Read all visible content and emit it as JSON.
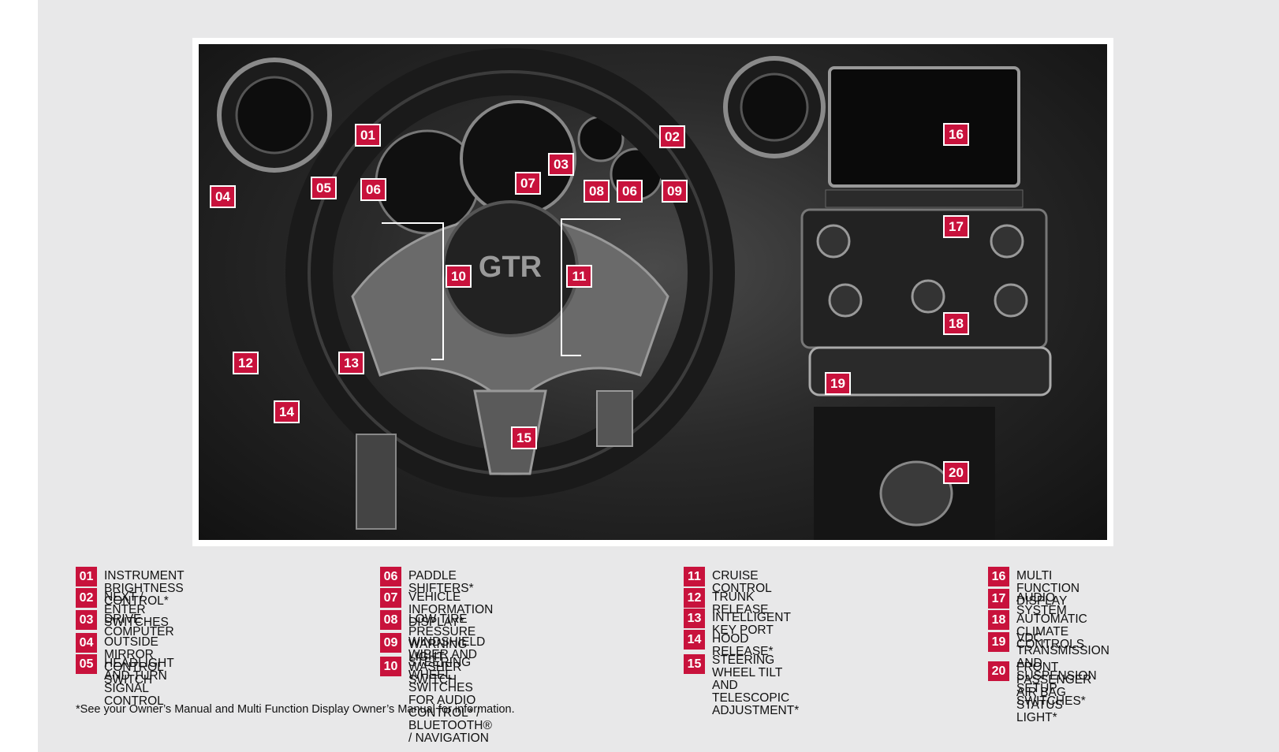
{
  "callouts": {
    "c01": "01",
    "c02": "02",
    "c03": "03",
    "c04": "04",
    "c05": "05",
    "c06a": "06",
    "c06b": "06",
    "c07": "07",
    "c08": "08",
    "c09": "09",
    "c10": "10",
    "c11": "11",
    "c12": "12",
    "c13": "13",
    "c14": "14",
    "c15": "15",
    "c16": "16",
    "c17": "17",
    "c18": "18",
    "c19": "19",
    "c20": "20"
  },
  "legend": {
    "col1": [
      {
        "num": "01",
        "label": "INSTRUMENT BRIGHTNESS CONTROL*"
      },
      {
        "num": "02",
        "label": "NEXT / ENTER SWITCHES"
      },
      {
        "num": "03",
        "label": "DRIVE COMPUTER"
      },
      {
        "num": "04",
        "label": "OUTSIDE MIRROR CONTROL SWITCH"
      },
      {
        "num": "05",
        "label": "HEADLIGHT AND TURN SIGNAL CONTROL"
      }
    ],
    "col2": [
      {
        "num": "06",
        "label": "PADDLE SHIFTERS*"
      },
      {
        "num": "07",
        "label": "VEHICLE INFORMATION DISPLAY*"
      },
      {
        "num": "08",
        "label": "LOW TIRE PRESSURE WARNING LIGHT"
      },
      {
        "num": "09",
        "label": "WINDSHIELD WIPER AND WASHER SWITCH"
      },
      {
        "num": "10",
        "label": "STEERING WHEEL SWITCHES FOR AUDIO\nCONTROL* / BLUETOOTH® / NAVIGATION"
      }
    ],
    "col3": [
      {
        "num": "11",
        "label": "CRUISE CONTROL"
      },
      {
        "num": "12",
        "label": "TRUNK RELEASE"
      },
      {
        "num": "13",
        "label": "INTELLIGENT KEY PORT"
      },
      {
        "num": "14",
        "label": "HOOD RELEASE*"
      },
      {
        "num": "15",
        "label": "STEERING WHEEL TILT AND TELESCOPIC\nADJUSTMENT*"
      }
    ],
    "col4": [
      {
        "num": "16",
        "label": "MULTI FUNCTION DISPLAY"
      },
      {
        "num": "17",
        "label": "AUDIO SYSTEM"
      },
      {
        "num": "18",
        "label": "AUTOMATIC CLIMATE CONTROLS"
      },
      {
        "num": "19",
        "label": "VDC, TRANSMISSION AND\nSUSPENSION SETUP SWITCHES*"
      },
      {
        "num": "20",
        "label": "FRONT PASSENGER AIR BAG\nSTATUS LIGHT*"
      }
    ]
  },
  "footnote": "*See your Owner’s Manual and Multi Function Display Owner’s Manual for information."
}
